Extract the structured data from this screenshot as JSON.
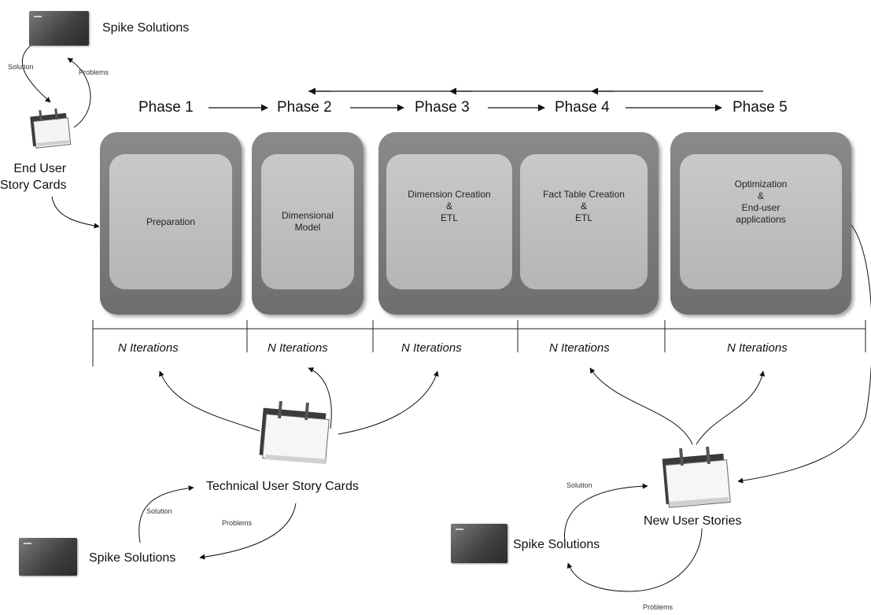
{
  "phases": [
    "Phase 1",
    "Phase 2",
    "Phase 3",
    "Phase 4",
    "Phase 5"
  ],
  "activities": {
    "preparation": [
      "Preparation"
    ],
    "dimensional_model": [
      "Dimensional",
      "Model"
    ],
    "dimension_creation": [
      "Dimension Creation",
      "&",
      "ETL"
    ],
    "fact_table_creation": [
      "Fact Table Creation",
      "&",
      "ETL"
    ],
    "optimization": [
      "Optimization",
      "&",
      "End-user",
      "applications"
    ]
  },
  "iterations": [
    "N Iterations",
    "N Iterations",
    "N Iterations",
    "N Iterations",
    "N Iterations"
  ],
  "end_user_story_cards": [
    "End User",
    "Story Cards"
  ],
  "technical_user_story_cards": "Technical User Story Cards",
  "new_user_stories": "New User Stories",
  "spike_solutions_top": "Spike Solutions",
  "spike_solutions_bottom_left": "Spike Solutions",
  "spike_solutions_bottom_right": "Spike Solutions",
  "solution_labels": [
    "Solution",
    "Solution",
    "Solution"
  ],
  "problems_labels": [
    "Problems",
    "Problems",
    "Problems"
  ],
  "icons": {
    "story_cards": "calendar-notebook-icon",
    "spike": "dark-card-icon"
  }
}
